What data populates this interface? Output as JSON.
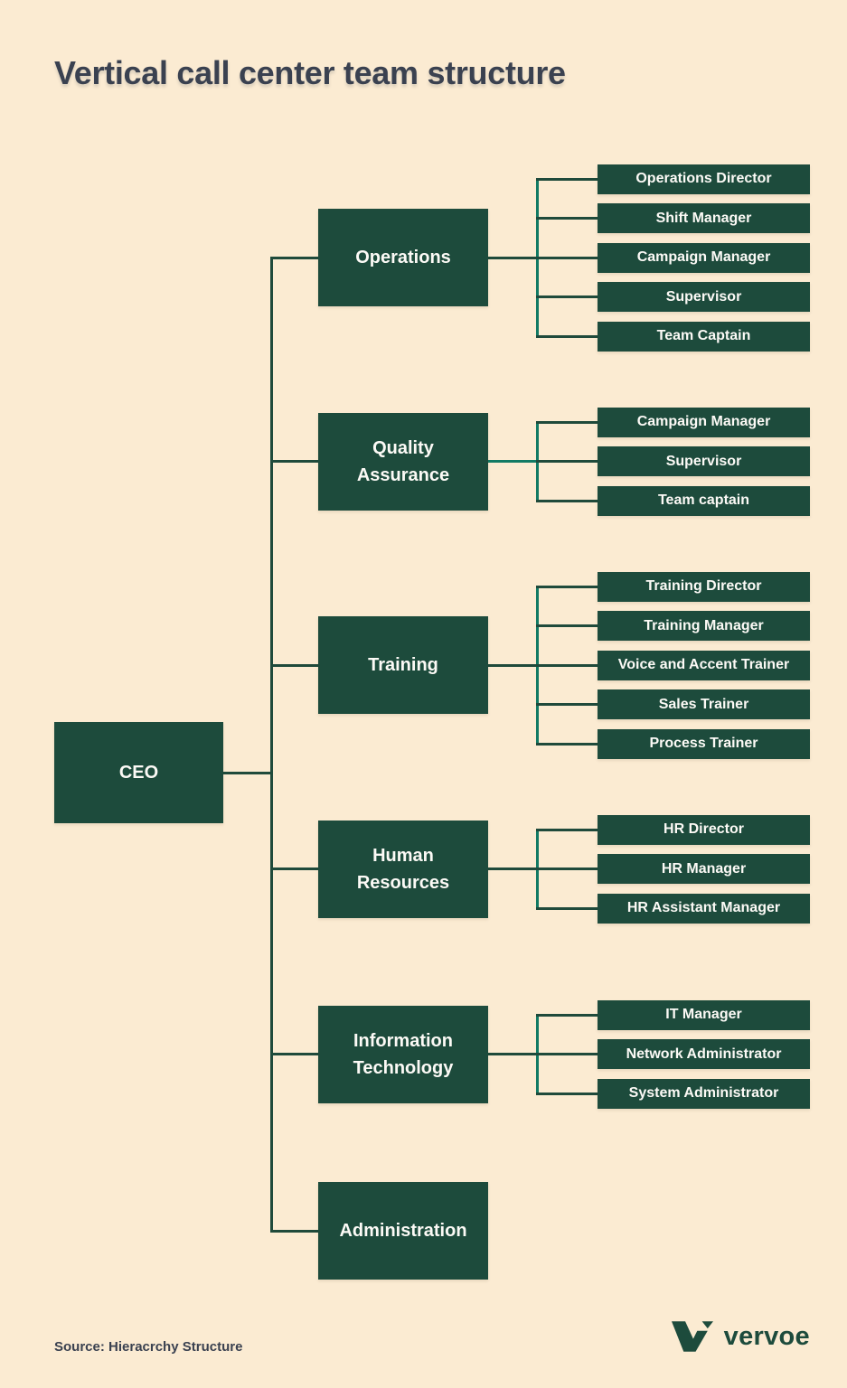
{
  "title": "Vertical call center team structure",
  "source_note": "Source: Hieracrchy Structure",
  "logo": {
    "text": "vervoe"
  },
  "root": {
    "label": "CEO"
  },
  "departments": [
    {
      "label": "Operations",
      "roles": [
        "Operations Director",
        "Shift Manager",
        "Campaign Manager",
        "Supervisor",
        "Team Captain"
      ]
    },
    {
      "label": "Quality Assurance",
      "roles": [
        "Campaign Manager",
        "Supervisor",
        "Team captain"
      ]
    },
    {
      "label": "Training",
      "roles": [
        "Training Director",
        "Training Manager",
        "Voice and Accent Trainer",
        "Sales Trainer",
        "Process Trainer"
      ]
    },
    {
      "label": "Human Resources",
      "roles": [
        "HR Director",
        "HR Manager",
        "HR Assistant Manager"
      ]
    },
    {
      "label": "Information Technology",
      "roles": [
        "IT Manager",
        "Network Administrator",
        "System Administrator"
      ]
    },
    {
      "label": "Administration",
      "roles": []
    }
  ],
  "colors": {
    "background": "#fbebd2",
    "node": "#1d4b3c",
    "node_text": "#fcfaf6",
    "line": "#1f4a3b",
    "line_accent": "#127a64",
    "heading_text": "#3a4150",
    "logo": "#1d4b3c"
  }
}
